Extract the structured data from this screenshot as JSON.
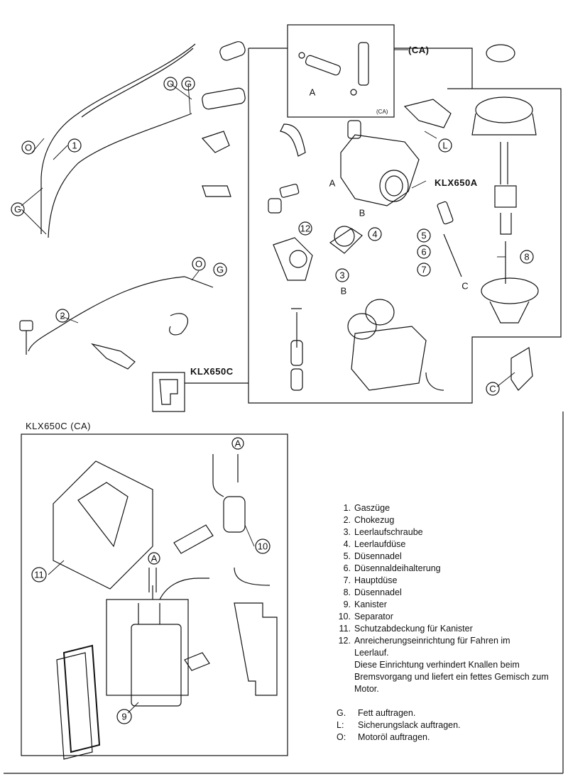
{
  "labels": {
    "ca_inset": "(CA)",
    "ca_inset_small": "(CA)",
    "klx650a": "KLX650A",
    "klx650c": "KLX650C",
    "klx650c_ca": "KLX650C (CA)"
  },
  "callouts": {
    "O": "O",
    "G": "G",
    "L": "L",
    "A": "A",
    "B": "B",
    "C": "C",
    "n1": "1",
    "n2": "2",
    "n3": "3",
    "n4": "4",
    "n5": "5",
    "n6": "6",
    "n7": "7",
    "n8": "8",
    "n9": "9",
    "n10": "10",
    "n11": "11",
    "n12": "12"
  },
  "legend": {
    "items": [
      {
        "num": "1.",
        "text": "Gaszüge"
      },
      {
        "num": "2.",
        "text": "Chokezug"
      },
      {
        "num": "3.",
        "text": "Leerlaufschraube"
      },
      {
        "num": "4.",
        "text": "Leerlaufdüse"
      },
      {
        "num": "5.",
        "text": "Düsennadel"
      },
      {
        "num": "6.",
        "text": "Düsennaldeihalterung"
      },
      {
        "num": "7.",
        "text": "Hauptdüse"
      },
      {
        "num": "8.",
        "text": "Düsennadel"
      },
      {
        "num": "9.",
        "text": "Kanister"
      },
      {
        "num": "10.",
        "text": "Separator"
      },
      {
        "num": "11.",
        "text": "Schutzabdeckung für Kanister"
      },
      {
        "num": "12.",
        "text": "Anreicherungseinrichtung für Fahren im Leerlauf."
      },
      {
        "num": "",
        "text": "Diese Einrichtung verhindert Knallen beim Bremsvorgang und liefert ein fettes Gemisch zum Motor."
      }
    ],
    "keys": [
      {
        "key": "G.",
        "text": "Fett auftragen."
      },
      {
        "key": "L:",
        "text": "Sicherungslack auftragen."
      },
      {
        "key": "O:",
        "text": "Motoröl auftragen."
      }
    ]
  }
}
